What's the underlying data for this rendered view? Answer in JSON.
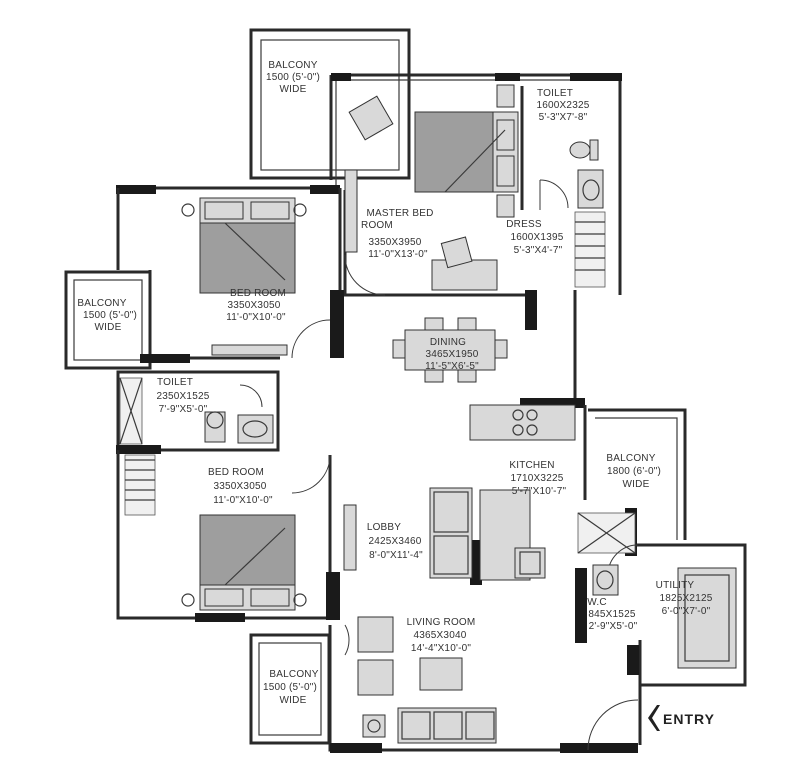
{
  "rooms": {
    "balcony_top": {
      "name": "BALCONY",
      "size": "1500 (5'-0\")",
      "sub": "WIDE"
    },
    "master": {
      "name": "MASTER BED",
      "name2": "ROOM",
      "size": "3350X3950",
      "imperial": "11'-0\"X13'-0\""
    },
    "toilet_top": {
      "name": "TOILET",
      "size": "1600X2325",
      "imperial": "5'-3\"X7'-8\""
    },
    "dress": {
      "name": "DRESS",
      "size": "1600X1395",
      "imperial": "5'-3\"X4'-7\""
    },
    "bedroom1": {
      "name": "BED ROOM",
      "size": "3350X3050",
      "imperial": "11'-0\"X10'-0\""
    },
    "balcony_left": {
      "name": "BALCONY",
      "size": "1500 (5'-0\")",
      "sub": "WIDE"
    },
    "dining": {
      "name": "DINING",
      "size": "3465X1950",
      "imperial": "11'-5\"X6'-5\""
    },
    "toilet_left": {
      "name": "TOILET",
      "size": "2350X1525",
      "imperial": "7'-9\"X5'-0\""
    },
    "bedroom2": {
      "name": "BED ROOM",
      "size": "3350X3050",
      "imperial": "11'-0\"X10'-0\""
    },
    "kitchen": {
      "name": "KITCHEN",
      "size": "1710X3225",
      "imperial": "5'-7\"X10'-7\""
    },
    "balcony_right": {
      "name": "BALCONY",
      "size": "1800 (6'-0\")",
      "sub": "WIDE"
    },
    "lobby": {
      "name": "LOBBY",
      "size": "2425X3460",
      "imperial": "8'-0\"X11'-4\""
    },
    "wc": {
      "name": "W.C",
      "size": "845X1525",
      "imperial": "2'-9\"X5'-0\""
    },
    "utility": {
      "name": "UTILITY",
      "size": "1825X2125",
      "imperial": "6'-0\"X7'-0\""
    },
    "living": {
      "name": "LIVING ROOM",
      "size": "4365X3040",
      "imperial": "14'-4\"X10'-0\""
    },
    "balcony_bottom": {
      "name": "BALCONY",
      "size": "1500 (5'-0\")",
      "sub": "WIDE"
    }
  },
  "entry_label": "ENTRY"
}
